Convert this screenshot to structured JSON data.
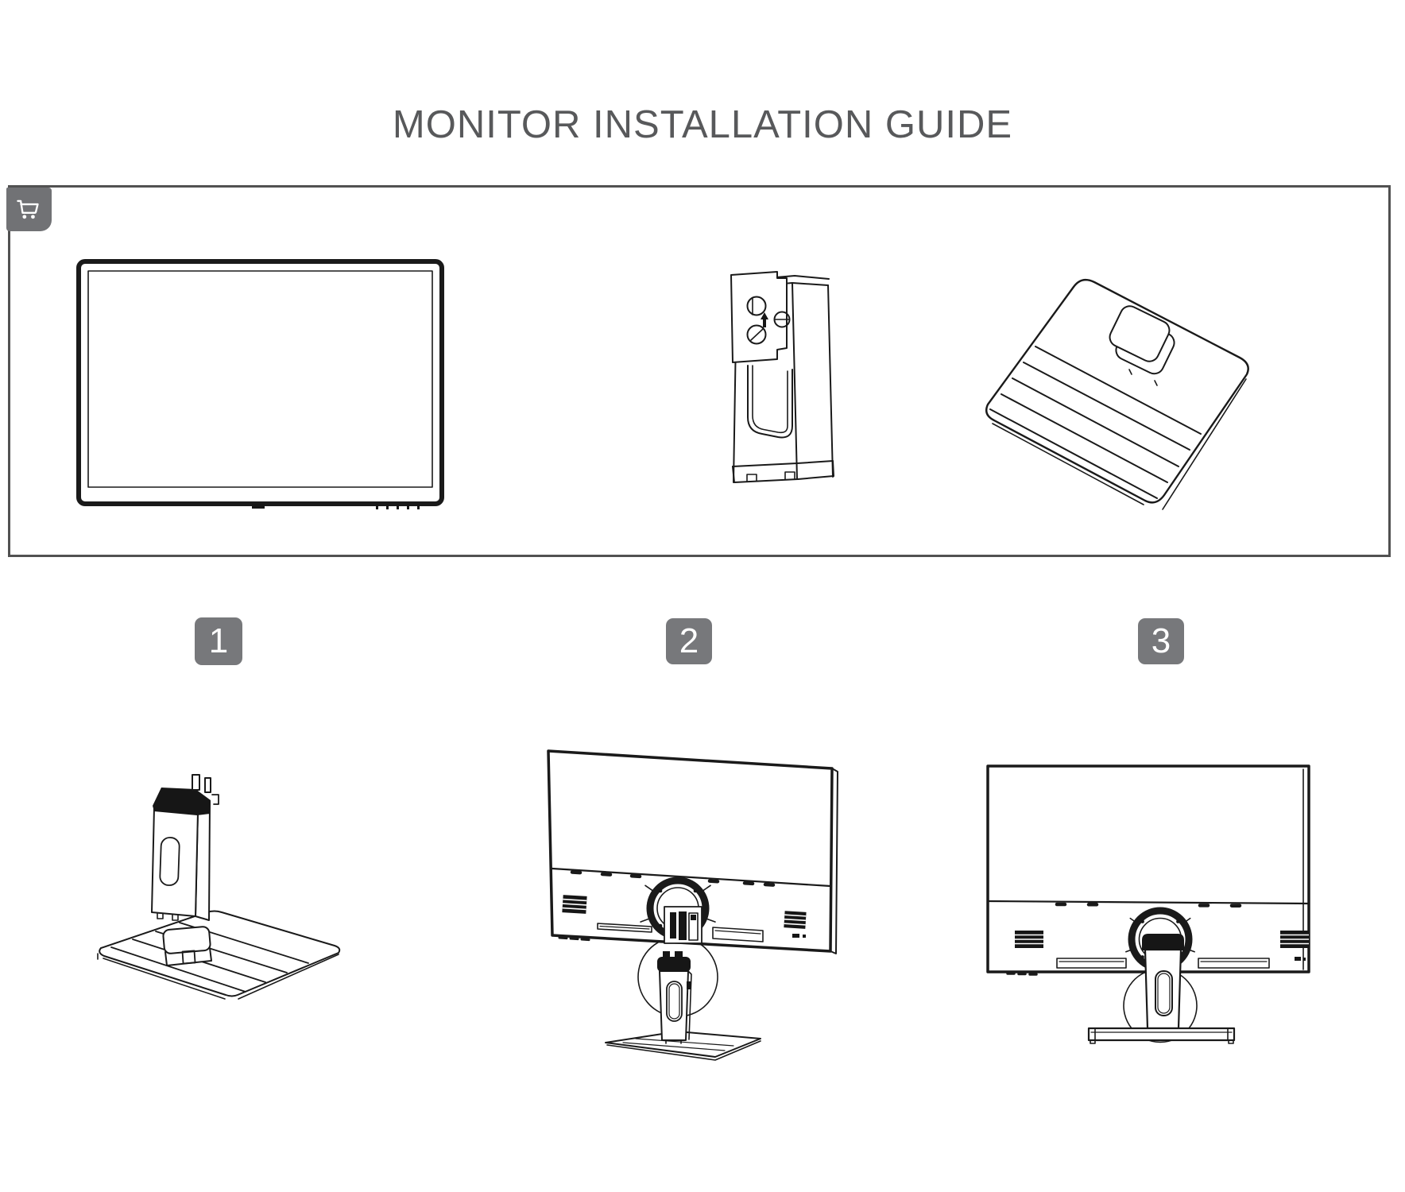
{
  "title": "MONITOR INSTALLATION GUIDE",
  "colors": {
    "title_text": "#58595b",
    "badge_background": "#77787b",
    "badge_text": "#ffffff",
    "line_art": "#1a1a1a",
    "box_border": "#515151",
    "cart_background": "#717275"
  },
  "package_box": {
    "icon": "shopping-cart-icon",
    "parts": [
      {
        "name": "monitor-panel-front"
      },
      {
        "name": "stand-column"
      },
      {
        "name": "stand-base-plate"
      }
    ]
  },
  "steps": [
    {
      "number": "1",
      "illustration": "stand-column-attached-to-base"
    },
    {
      "number": "2",
      "illustration": "monitor-back-with-stand-detached"
    },
    {
      "number": "3",
      "illustration": "monitor-back-with-stand-attached"
    }
  ]
}
